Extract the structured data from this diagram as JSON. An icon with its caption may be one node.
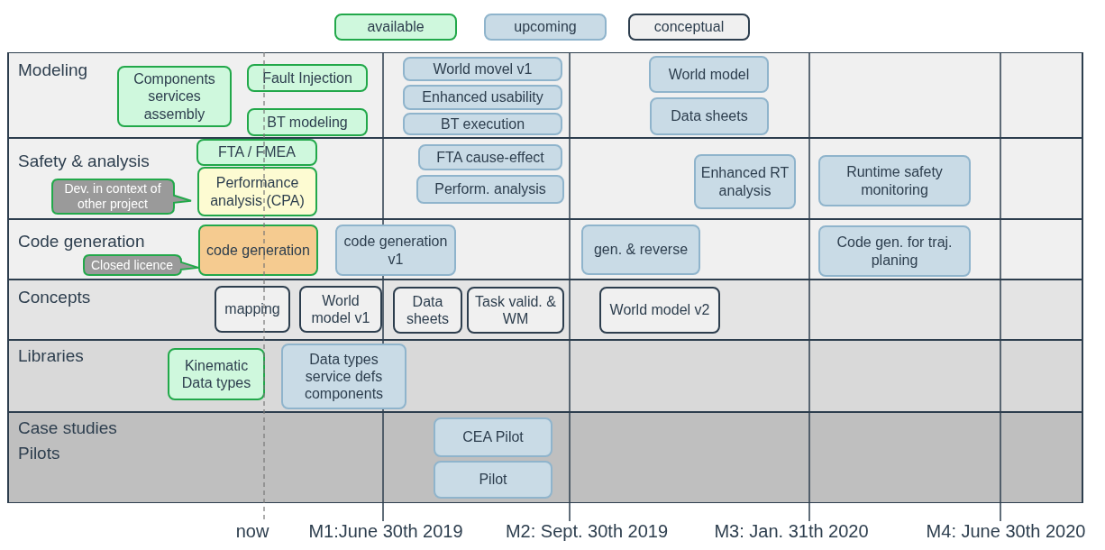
{
  "diagram": {
    "nodes": [
      {
        "text": [
          "Modeling"
        ]
      },
      {
        "text": [
          "Safety & analysis"
        ]
      },
      {
        "text": [
          "Code generation"
        ]
      },
      {
        "text": [
          "Concepts"
        ]
      },
      {
        "text": [
          "Libraries"
        ]
      },
      {
        "text": [
          "Case studies",
          "Pilots"
        ]
      },
      {
        "text": [
          "Components services assembly"
        ],
        "in": 0
      },
      {
        "text": [
          "Fault Injection"
        ],
        "in": 0
      },
      {
        "text": [
          "BT modeling"
        ],
        "in": 0
      },
      {
        "text": [
          "World movel v1"
        ],
        "in": 0
      },
      {
        "text": [
          "Enhanced usability"
        ],
        "in": 0
      },
      {
        "text": [
          "BT execution"
        ],
        "in": 0
      },
      {
        "text": [
          "World model"
        ],
        "in": 0
      },
      {
        "text": [
          "Data sheets"
        ],
        "in": 0
      },
      {
        "text": [
          "FTA / FMEA"
        ],
        "in": 1
      },
      {
        "text": [
          "Performance analysis (CPA)"
        ],
        "in": 1
      },
      {
        "text": [
          "Dev. in context of other project"
        ],
        "in": 1
      },
      {
        "text": [
          "FTA cause-effect"
        ],
        "in": 1
      },
      {
        "text": [
          "Perform. analysis"
        ],
        "in": 1
      },
      {
        "text": [
          "Enhanced RT analysis"
        ],
        "in": 1
      },
      {
        "text": [
          "Runtime safety monitoring"
        ],
        "in": 1
      },
      {
        "text": [
          "code generation"
        ],
        "in": 2
      },
      {
        "text": [
          "Closed licence"
        ],
        "in": 2
      },
      {
        "text": [
          "code generation v1"
        ],
        "in": 2
      },
      {
        "text": [
          "gen. & reverse"
        ],
        "in": 2
      },
      {
        "text": [
          "Code gen. for traj. planing"
        ],
        "in": 2
      },
      {
        "text": [
          "mapping"
        ],
        "in": 3
      },
      {
        "text": [
          "World model v1"
        ],
        "in": 3
      },
      {
        "text": [
          "Data sheets"
        ],
        "in": 3
      },
      {
        "text": [
          "Task valid. & WM"
        ],
        "in": 3
      },
      {
        "text": [
          "World model v2"
        ],
        "in": 3
      },
      {
        "text": [
          "Kinematic Data types"
        ],
        "in": 4
      },
      {
        "text": [
          "Data types service defs components"
        ],
        "in": 4
      },
      {
        "text": [
          "CEA Pilot"
        ],
        "in": 5
      },
      {
        "text": [
          "Pilot"
        ],
        "in": 5
      }
    ],
    "edges": [],
    "labels": [
      "now",
      "M1:June 30th 2019",
      "M2: Sept. 30th 2019",
      "M3: Jan. 31th 2020",
      "M4: June 30th 2020"
    ],
    "legend": [
      {
        "text": "available",
        "color": "#cff8dd"
      },
      {
        "text": "upcoming",
        "color": "#c9dbe6"
      },
      {
        "text": "conceptual",
        "color": "#f0f0f0"
      }
    ]
  }
}
